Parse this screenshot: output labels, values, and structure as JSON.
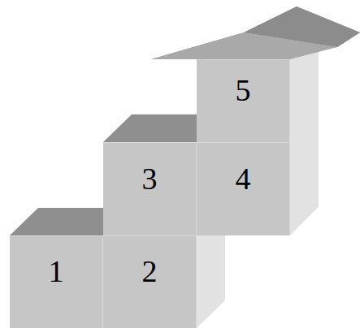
{
  "diagram": {
    "nodes": [
      {
        "text": [
          "5"
        ]
      },
      {
        "text": [
          "3"
        ]
      },
      {
        "text": [
          "4"
        ]
      },
      {
        "text": [
          "1"
        ]
      },
      {
        "text": [
          "2"
        ]
      }
    ]
  }
}
